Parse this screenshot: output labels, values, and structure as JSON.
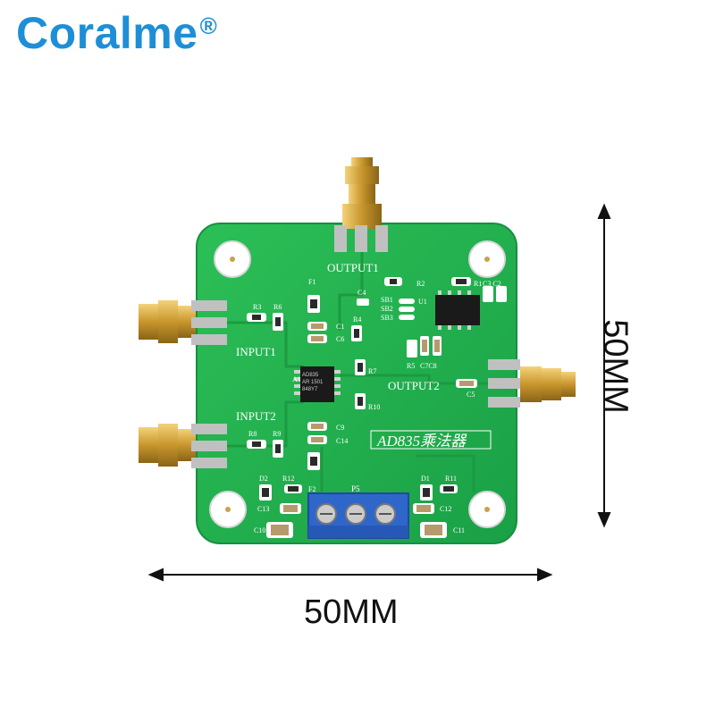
{
  "brand": {
    "name": "Coralme",
    "mark": "®"
  },
  "dimensions": {
    "width_label": "50MM",
    "height_label": "50MM"
  },
  "board": {
    "module_label": "AD835乘法器",
    "connectors": {
      "output1": "OUTPUT1",
      "output2": "OUTPUT2",
      "input1": "INPUT1",
      "input2": "INPUT2"
    },
    "chip_marking": [
      "AD835",
      "AR 1501",
      "848Y7"
    ],
    "chip_pin_label": "A1",
    "terminal_label": "P5",
    "component_labels": {
      "F1": "F1",
      "F2": "F2",
      "R1": "R1",
      "R2": "R2",
      "R3": "R3",
      "R4": "R4",
      "R5": "R5",
      "R6": "R6",
      "R7": "R7",
      "R8": "R8",
      "R9": "R9",
      "R10": "R10",
      "R11": "R11",
      "R12": "R12",
      "C1": "C1",
      "C3C2": "C3 C2",
      "C4": "C4",
      "C5": "C5",
      "C6": "C6",
      "C7C8": "C7C8",
      "C9": "C9",
      "C10": "C10",
      "C11": "C11",
      "C12": "C12",
      "C13": "C13",
      "C14": "C14",
      "D1": "D1",
      "D2": "D2",
      "U1": "U1",
      "SB1": "SB1",
      "SB2": "SB2",
      "SB3": "SB3"
    }
  },
  "colors": {
    "pcb": "#22b04d",
    "brand": "#1e8fd6",
    "terminal": "#2f66c9",
    "gold": "#d9a93a"
  }
}
